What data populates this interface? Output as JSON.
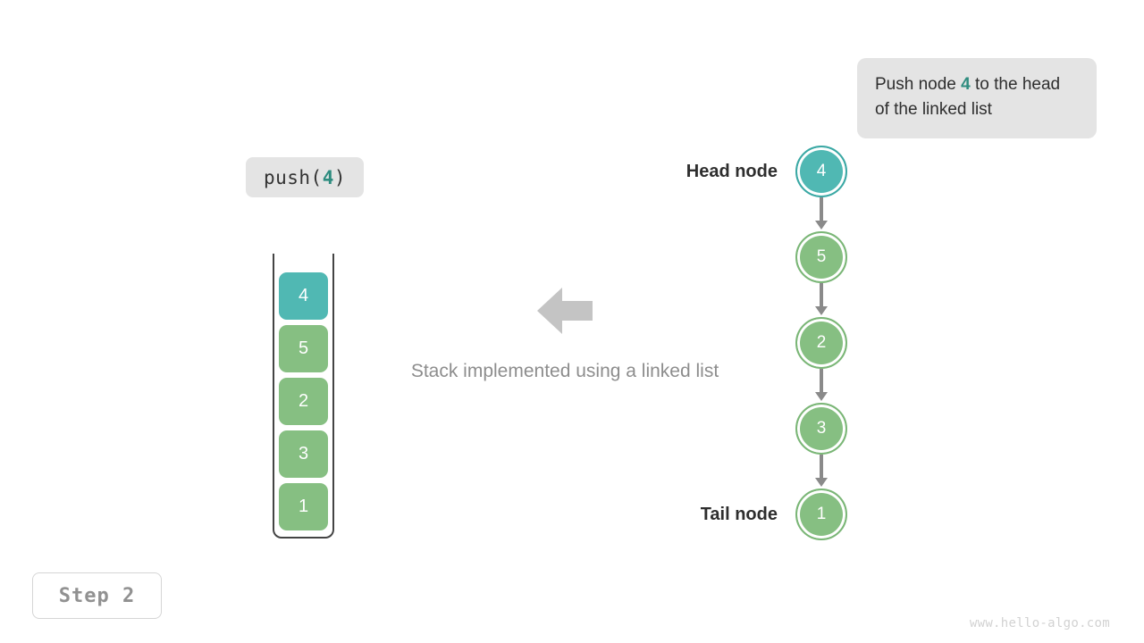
{
  "annotation": {
    "text_before": "Push node ",
    "highlight": "4",
    "text_after": " to the head of the linked list"
  },
  "operation_label": {
    "prefix": "push(",
    "argument": "4",
    "suffix": ")"
  },
  "stack": {
    "cells": [
      {
        "value": "4",
        "state": "highlighted"
      },
      {
        "value": "5",
        "state": "normal"
      },
      {
        "value": "2",
        "state": "normal"
      },
      {
        "value": "3",
        "state": "normal"
      },
      {
        "value": "1",
        "state": "normal"
      }
    ]
  },
  "center": {
    "arrow_direction": "left",
    "caption": "Stack implemented using a linked list"
  },
  "linked_list": {
    "head_label": "Head node",
    "tail_label": "Tail node",
    "nodes": [
      {
        "value": "4",
        "state": "highlighted"
      },
      {
        "value": "5",
        "state": "normal"
      },
      {
        "value": "2",
        "state": "normal"
      },
      {
        "value": "3",
        "state": "normal"
      },
      {
        "value": "1",
        "state": "normal"
      }
    ]
  },
  "step_badge": "Step  2",
  "watermark": "www.hello-algo.com",
  "colors": {
    "accent_teal": "#50b8b3",
    "node_green": "#86bf82",
    "accent_text": "#2e8c7f",
    "chip_bg": "#e4e4e4",
    "connector_gray": "#8a8a8a",
    "caption_gray": "#8d8d8d"
  }
}
